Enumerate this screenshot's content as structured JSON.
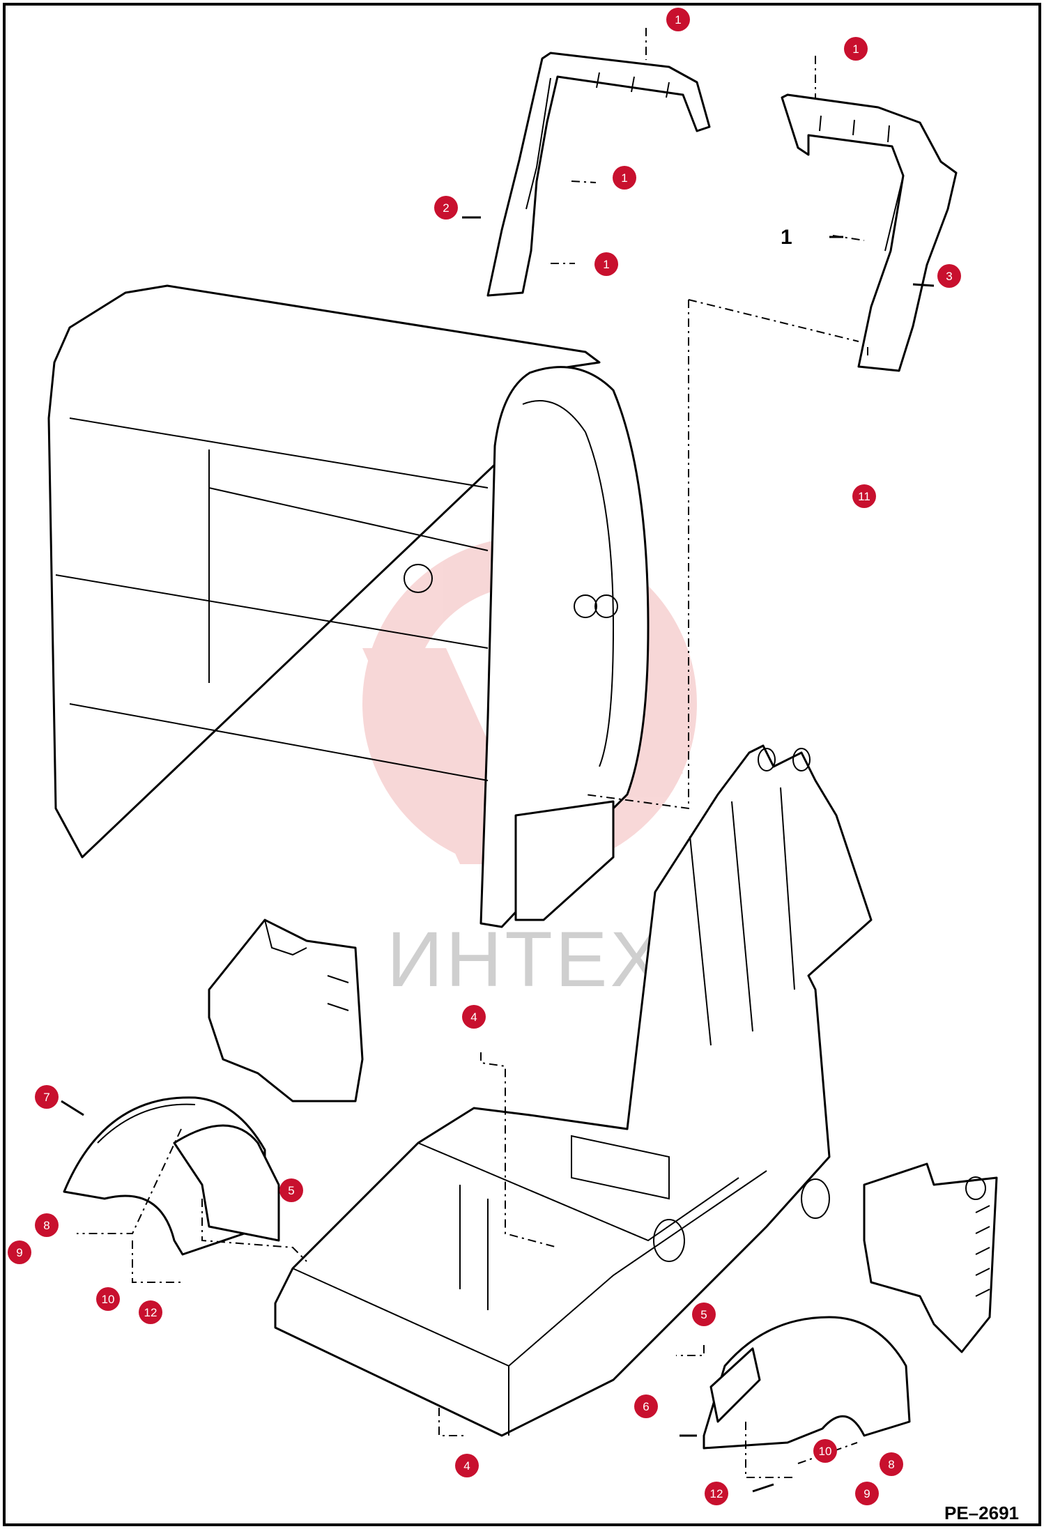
{
  "diagram": {
    "code": "PE–2691",
    "watermark": "ИНТЕХ",
    "colors": {
      "callout": "#c8102e",
      "line": "#000000",
      "watermark_red": "#f4c7c7",
      "watermark_gray": "#cfcfcf",
      "border": "#000000"
    },
    "callouts": [
      {
        "label": "1"
      },
      {
        "label": "1"
      },
      {
        "label": "1"
      },
      {
        "label": "1"
      },
      {
        "label": "2"
      },
      {
        "label": "3"
      },
      {
        "label": "11"
      },
      {
        "label": "4"
      },
      {
        "label": "7"
      },
      {
        "label": "5"
      },
      {
        "label": "8"
      },
      {
        "label": "9"
      },
      {
        "label": "10"
      },
      {
        "label": "12"
      },
      {
        "label": "5"
      },
      {
        "label": "6"
      },
      {
        "label": "4"
      },
      {
        "label": "10"
      },
      {
        "label": "8"
      },
      {
        "label": "9"
      },
      {
        "label": "12"
      }
    ],
    "plain_label": "1"
  }
}
